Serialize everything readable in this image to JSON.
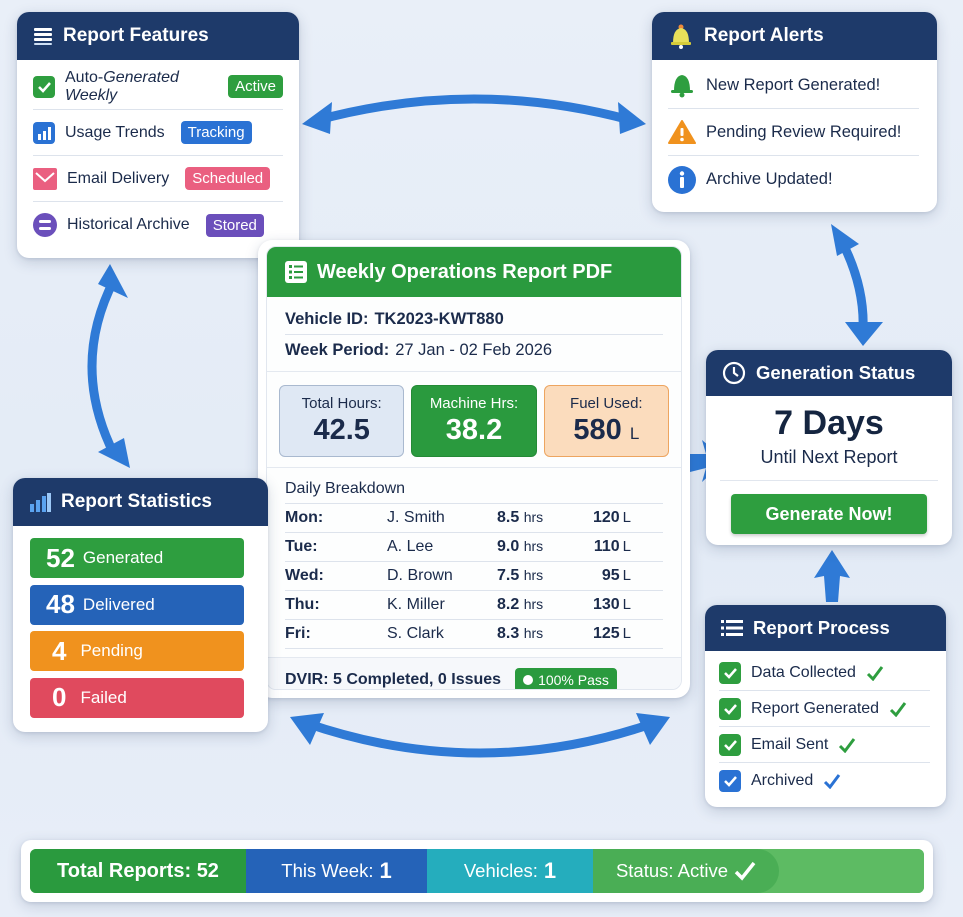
{
  "colors": {
    "navy_header": "#1e3a6a",
    "green": "#2a9a3e",
    "blue": "#2563b8",
    "orange": "#f0921e",
    "red": "#e04a5e",
    "purple": "#6b4fbb",
    "pink": "#ea5f80",
    "teal": "#27b0c0",
    "arrow_blue": "#2f7ad6"
  },
  "features": {
    "title": "Report Features",
    "icon": "list-stack-icon",
    "items": [
      {
        "label_prefix": "Auto-",
        "label_italic": "Generated Weekly",
        "badge": "Active",
        "badge_color": "#2e9e3f",
        "icon": "check-square-icon"
      },
      {
        "label_prefix": "Usage Trends",
        "label_italic": "",
        "badge": "Tracking",
        "badge_color": "#2a72d4",
        "icon": "bar-chart-icon"
      },
      {
        "label_prefix": "Email Delivery",
        "label_italic": "",
        "badge": "Scheduled",
        "badge_color": "#ea5f80",
        "icon": "envelope-icon"
      },
      {
        "label_prefix": "Historical Archive",
        "label_italic": "",
        "badge": "Stored",
        "badge_color": "#6b4fbb",
        "icon": "archive-icon"
      }
    ]
  },
  "alerts": {
    "title": "Report Alerts",
    "icon": "bell-icon",
    "items": [
      {
        "label": "New Report Generated!",
        "icon": "green-bell-icon"
      },
      {
        "label": "Pending Review Required!",
        "icon": "warning-triangle-icon"
      },
      {
        "label": "Archive Updated!",
        "icon": "info-circle-icon"
      }
    ]
  },
  "report": {
    "title": "Weekly Operations Report PDF",
    "vehicle_label": "Vehicle ID:",
    "vehicle_id": "TK2023-KWT880",
    "period_label": "Week Period:",
    "period": "27 Jan - 02 Feb 2026",
    "kpis": [
      {
        "label": "Total Hours:",
        "value": "42.5",
        "unit": ""
      },
      {
        "label": "Machine Hrs:",
        "value": "38.2",
        "unit": ""
      },
      {
        "label": "Fuel Used:",
        "value": "580",
        "unit": "L"
      }
    ],
    "breakdown_title": "Daily Breakdown",
    "hours_unit": "hrs",
    "fuel_unit": "L",
    "rows": [
      {
        "day": "Mon:",
        "name": "J. Smith",
        "hours": "8.5",
        "fuel": "120"
      },
      {
        "day": "Tue:",
        "name": "A. Lee",
        "hours": "9.0",
        "fuel": "110"
      },
      {
        "day": "Wed:",
        "name": "D. Brown",
        "hours": "7.5",
        "fuel": "95"
      },
      {
        "day": "Thu:",
        "name": "K. Miller",
        "hours": "8.2",
        "fuel": "130"
      },
      {
        "day": "Fri:",
        "name": "S. Clark",
        "hours": "8.3",
        "fuel": "125"
      }
    ],
    "dvir": "DVIR: 5 Completed, 0 Issues",
    "pass_badge": "100% Pass"
  },
  "generation": {
    "title": "Generation Status",
    "icon": "clock-icon",
    "days": "7 Days",
    "subtitle": "Until Next Report",
    "button": "Generate Now!"
  },
  "statistics": {
    "title": "Report Statistics",
    "icon": "bar-chart-icon",
    "items": [
      {
        "value": "52",
        "label": "Generated",
        "color": "#2e9e3f"
      },
      {
        "value": "48",
        "label": "Delivered",
        "color": "#2563b8"
      },
      {
        "value": "4",
        "label": "Pending",
        "color": "#f0921e"
      },
      {
        "value": "0",
        "label": "Failed",
        "color": "#e04a5e"
      }
    ]
  },
  "process": {
    "title": "Report Process",
    "icon": "list-icon",
    "items": [
      {
        "label": "Data Collected",
        "color": "#2e9e3f"
      },
      {
        "label": "Report Generated",
        "color": "#2e9e3f"
      },
      {
        "label": "Email Sent",
        "color": "#2e9e3f"
      },
      {
        "label": "Archived",
        "color": "#2a72d4"
      }
    ]
  },
  "bottom_bar": {
    "total_label": "Total Reports:",
    "total_value": "52",
    "week_label": "This Week:",
    "week_value": "1",
    "vehicles_label": "Vehicles:",
    "vehicles_value": "1",
    "status_label": "Status: Active"
  }
}
